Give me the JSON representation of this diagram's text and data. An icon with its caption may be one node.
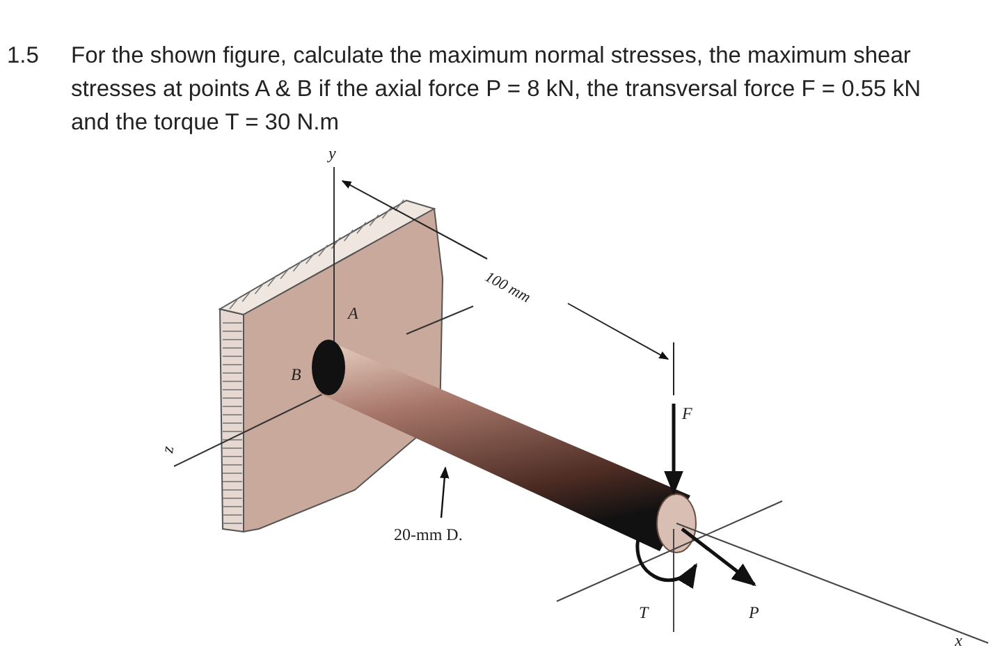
{
  "diagram": {
    "nodes": [
      {
        "text": [
          "20-mm D."
        ]
      },
      {
        "text": [],
        "shape": "picture"
      }
    ],
    "edges": [
      {
        "from": 0,
        "to": 1,
        "arrow": "to"
      }
    ],
    "labels": [
      "1.5",
      "For the shown figure, calculate the maximum normal stresses, the maximum shear stresses at points A & B if the axial force P = 8 kN, the transversal force F = 0.55 kN and the torque T = 30 N.m",
      "y",
      "100 mm",
      "A",
      "B",
      "F",
      "z",
      "T",
      "P",
      "x"
    ]
  }
}
